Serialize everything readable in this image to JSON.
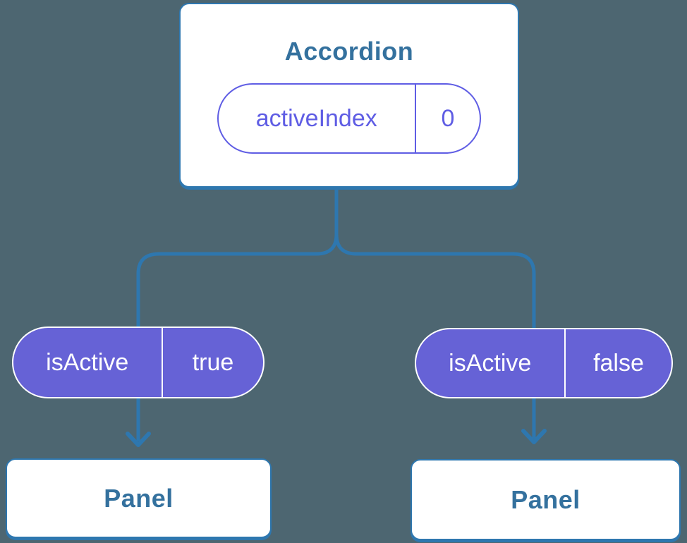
{
  "canvas": {
    "background_color": "#4d6671"
  },
  "colors": {
    "connector_blue": "#2e77af",
    "node_title_blue": "#34719e",
    "pill_outline_purple": "#5f5de4",
    "prop_pill_fill_purple": "#6662d6",
    "card_background": "#ffffff"
  },
  "tree": {
    "root": {
      "title": "Accordion",
      "state": {
        "label": "activeIndex",
        "value": "0"
      }
    },
    "props": [
      {
        "label": "isActive",
        "value": "true"
      },
      {
        "label": "isActive",
        "value": "false"
      }
    ],
    "children": [
      {
        "title": "Panel"
      },
      {
        "title": "Panel"
      }
    ]
  }
}
